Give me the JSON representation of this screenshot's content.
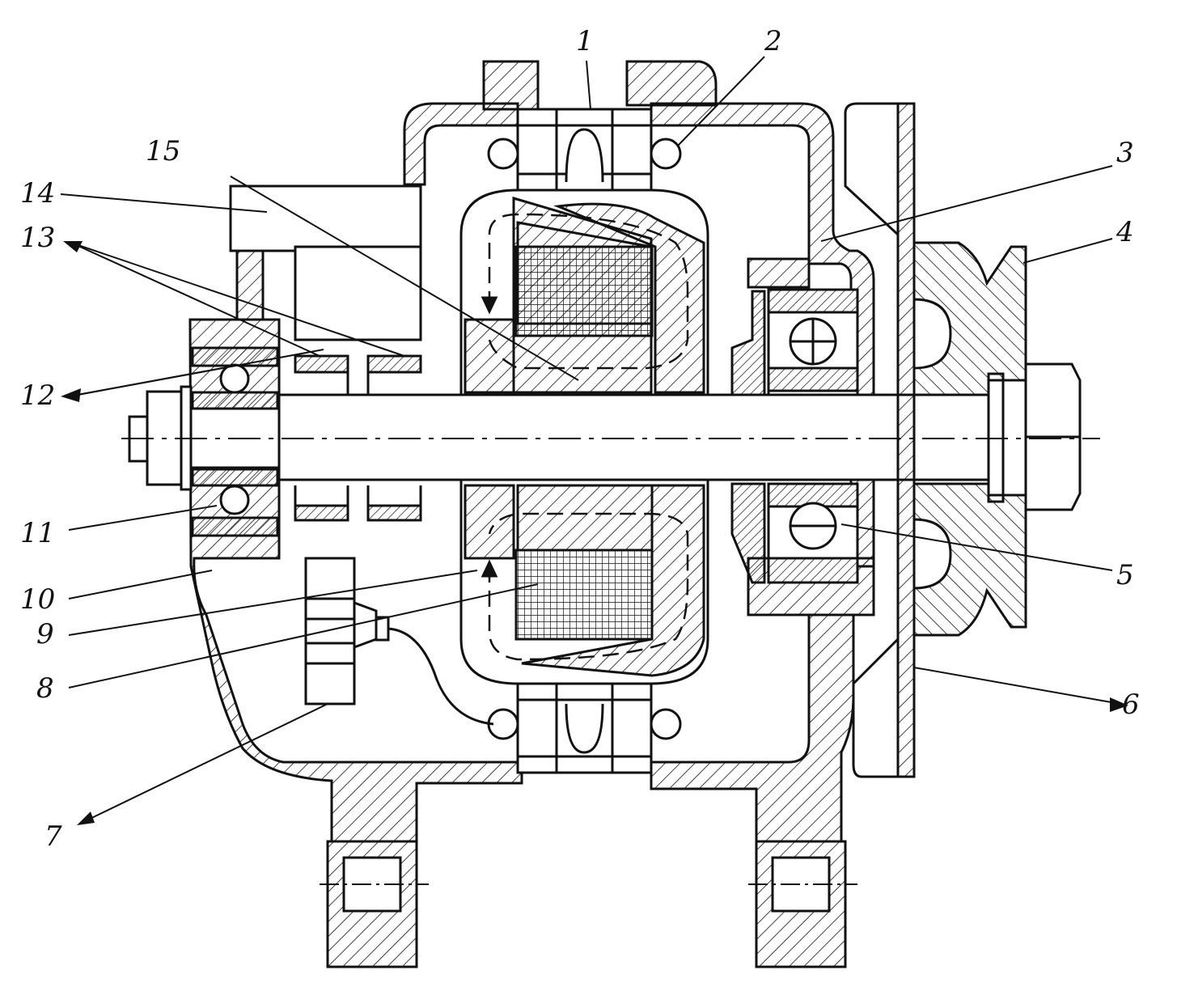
{
  "diagram": {
    "line_color": "#111111",
    "fill_color": "#ffffff",
    "callouts": {
      "c1": "1",
      "c2": "2",
      "c3": "3",
      "c4": "4",
      "c5": "5",
      "c6": "6",
      "c7": "7",
      "c8": "8",
      "c9": "9",
      "c10": "10",
      "c11": "11",
      "c12": "12",
      "c13": "13",
      "c14": "14",
      "c15": "15"
    }
  }
}
